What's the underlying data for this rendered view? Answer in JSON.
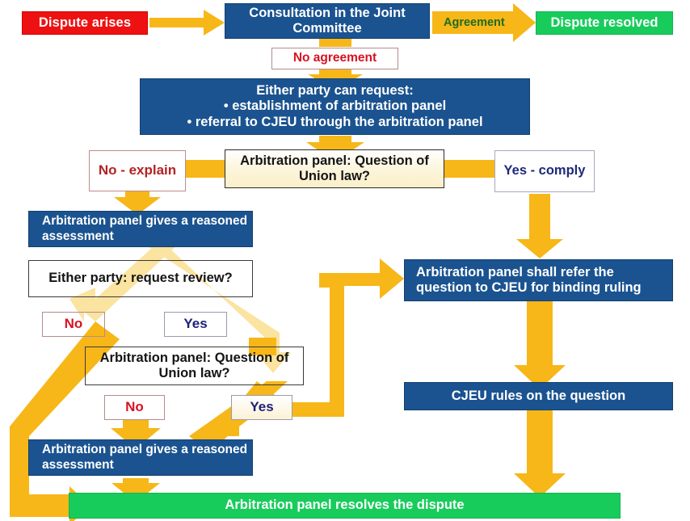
{
  "diagram": {
    "title": "Dispute settlement flowchart",
    "colors": {
      "arrow": "#F7B718",
      "arrow_soft": "#FBE3A0",
      "blue": "#1B5390",
      "red": "#EE1111",
      "green": "#18CC5C",
      "cream": "#FBEFC9",
      "navy_text": "#1F1F78",
      "red_text": "#D81222",
      "agreement_text": "#1F6B1F"
    },
    "nodes": {
      "dispute_arises": "Dispute arises",
      "consultation": "Consultation in the Joint Committee",
      "dispute_resolved": "Dispute resolved",
      "no_agreement": "No agreement",
      "either_party_request": {
        "line1": "Either party can request:",
        "line2": "•   establishment of arbitration panel",
        "line3": "•   referral to CJEU through the arbitration panel"
      },
      "no_explain": "No - explain",
      "question_union_law_1": "Arbitration panel: Question of Union law?",
      "yes_comply": "Yes - comply",
      "reasoned_assessment_1": "Arbitration panel gives a reasoned assessment",
      "either_party_review": "Either party: request review?",
      "review_no": "No",
      "review_yes": "Yes",
      "question_union_law_2": "Arbitration panel: Question of Union law?",
      "q2_no": "No",
      "q2_yes": "Yes",
      "reasoned_assessment_2": "Arbitration panel gives a reasoned assessment",
      "refer_to_cjeu": "Arbitration panel shall refer the question to CJEU for binding ruling",
      "cjeu_rules": "CJEU rules on the question",
      "panel_resolves": "Arbitration panel resolves the dispute"
    },
    "edge_labels": {
      "agreement": "Agreement"
    }
  }
}
